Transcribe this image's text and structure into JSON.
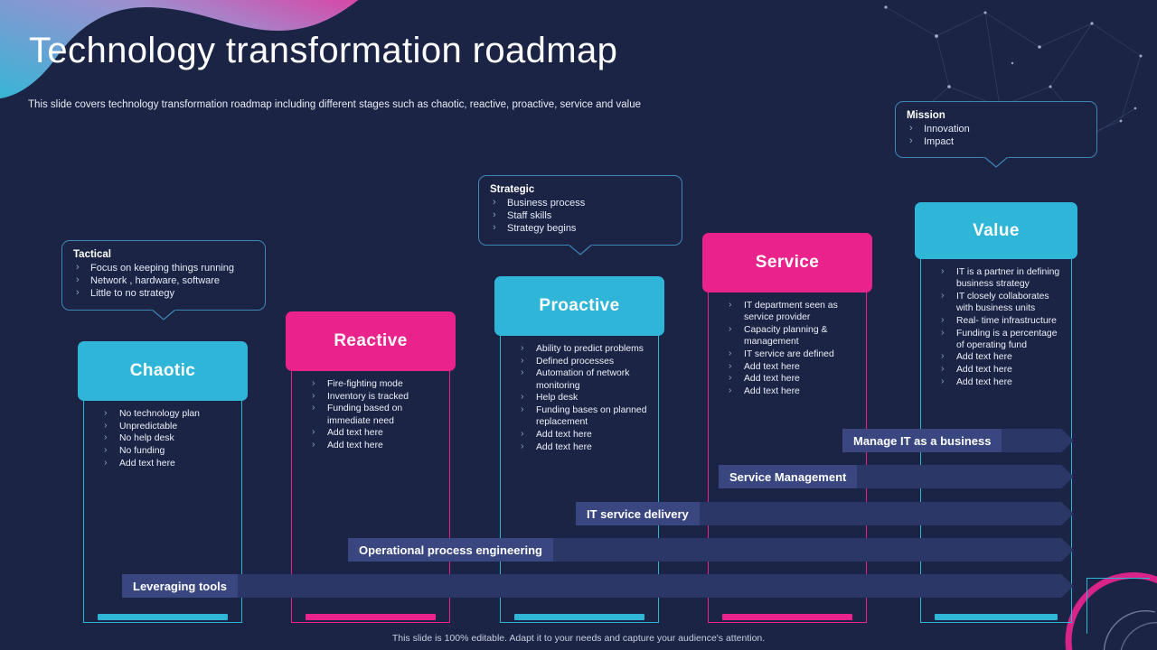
{
  "page": {
    "title": "Technology transformation roadmap",
    "subtitle": "This slide covers technology transformation roadmap including different stages such as chaotic, reactive, proactive, service and value",
    "footer": "This slide is 100% editable.  Adapt it to your needs and capture your audience's attention.",
    "background_color": "#1b2444",
    "accent_cyan": "#2fb5d8",
    "accent_pink": "#e9228c",
    "bar_color": "#2b3767",
    "bar_label_color": "#3a4680"
  },
  "callouts": [
    {
      "id": "tactical",
      "title": "Tactical",
      "items": [
        "Focus on keeping  things running",
        "Network ,  hardware, software",
        "Little to no strategy"
      ]
    },
    {
      "id": "strategic",
      "title": "Strategic",
      "items": [
        "Business process",
        "Staff  skills",
        "Strategy  begins"
      ]
    },
    {
      "id": "mission",
      "title": "Mission",
      "items": [
        "Innovation",
        "Impact"
      ]
    }
  ],
  "stages": [
    {
      "id": "chaotic",
      "label": "Chaotic",
      "color": "#2fb5d8",
      "items": [
        "No  technology plan",
        "Unpredictable",
        "No  help desk",
        "No  funding",
        "Add text here"
      ]
    },
    {
      "id": "reactive",
      "label": "Reactive",
      "color": "#e9228c",
      "items": [
        "Fire-fighting mode",
        "Inventory is tracked",
        "Funding  based on immediate  need",
        "Add text here",
        "Add text here"
      ]
    },
    {
      "id": "proactive",
      "label": "Proactive",
      "color": "#2fb5d8",
      "items": [
        "Ability to predict problems",
        "Defined processes",
        "Automation of network monitoring",
        "Help  desk",
        "Funding  bases on planned replacement",
        "Add text here",
        "Add text here"
      ]
    },
    {
      "id": "service",
      "label": "Service",
      "color": "#e9228c",
      "items": [
        "IT  department  seen as service provider",
        "Capacity planning & management",
        "IT  service are defined",
        "Add text here",
        "Add text here",
        "Add text here"
      ]
    },
    {
      "id": "value",
      "label": "Value",
      "color": "#2fb5d8",
      "items": [
        "IT  is a partner in defining business strategy",
        "IT  closely collaborates with business units",
        "Real- time  infrastructure",
        "Funding  is a percentage of operating fund",
        "Add text here",
        "Add text here",
        "Add text here"
      ]
    }
  ],
  "bars": [
    {
      "id": "manage-it-as-a-business",
      "label": "Manage IT as a business"
    },
    {
      "id": "service-management",
      "label": "Service Management"
    },
    {
      "id": "it-service-delivery",
      "label": "IT service delivery"
    },
    {
      "id": "operational-process-engineering",
      "label": "Operational process engineering"
    },
    {
      "id": "leveraging-tools",
      "label": "Leveraging tools"
    }
  ]
}
